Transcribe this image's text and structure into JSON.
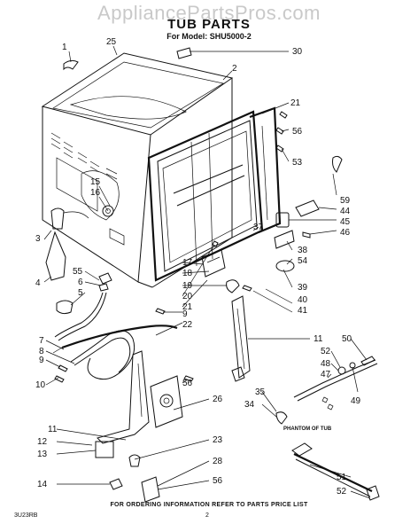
{
  "watermark": "AppliancePartsPros.com",
  "title": "TUB PARTS",
  "model": "For Model: SHU5000-2",
  "footer": "FOR ORDERING INFORMATION REFER TO PARTS PRICE LIST",
  "code": "3U23RB",
  "page_number": "2",
  "note": "PHANTOM OF TUB",
  "callouts": [
    "1",
    "25",
    "30",
    "2",
    "21",
    "56",
    "53",
    "59",
    "44",
    "45",
    "46",
    "15",
    "16",
    "37",
    "38",
    "54",
    "17",
    "18",
    "19",
    "20",
    "21",
    "39",
    "40",
    "41",
    "9",
    "22",
    "3",
    "4",
    "55",
    "6",
    "5",
    "7",
    "8",
    "9",
    "10",
    "11",
    "50",
    "52",
    "48",
    "47",
    "49",
    "56",
    "35",
    "34",
    "26",
    "11",
    "12",
    "13",
    "23",
    "28",
    "56",
    "14",
    "51",
    "52"
  ]
}
